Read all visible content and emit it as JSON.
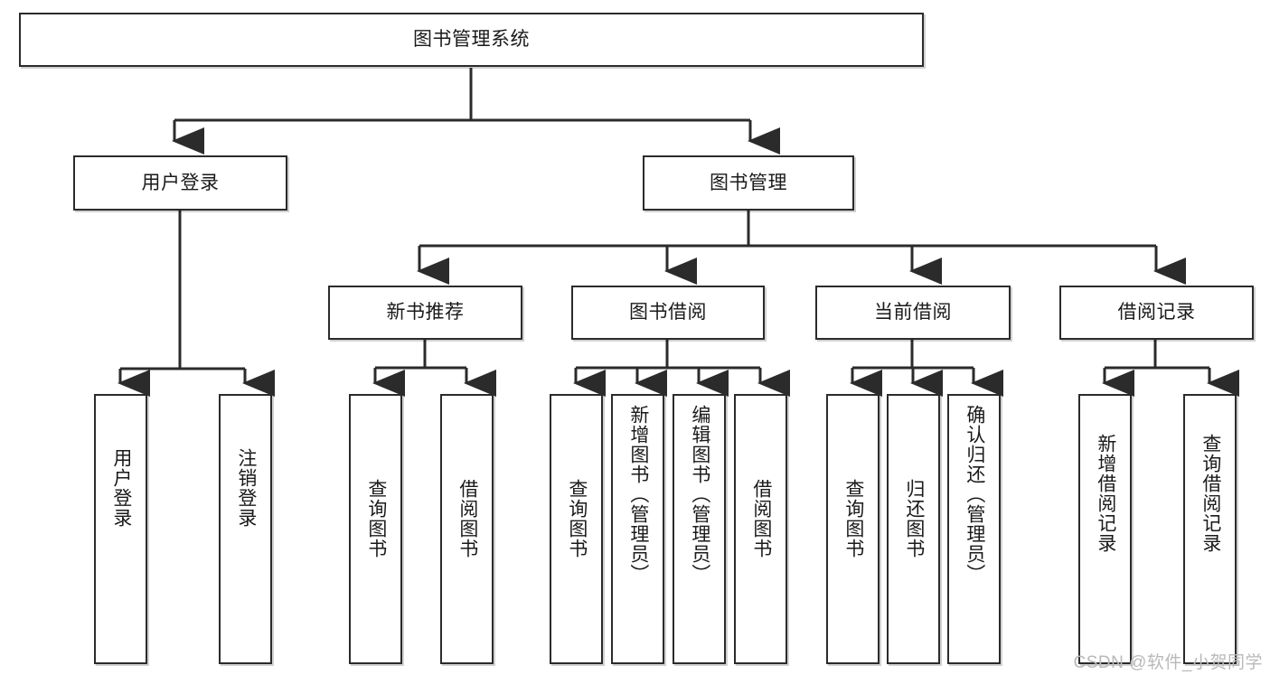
{
  "diagram": {
    "type": "tree-hierarchy",
    "title": "图书管理系统",
    "watermark": "CSDN @软件_小贺同学",
    "colors": {
      "box_border": "#2b2b2b",
      "box_fill": "#ffffff",
      "connector": "#2b2b2b",
      "watermark": "#b9b9b9"
    },
    "levels": {
      "root": {
        "label": "图书管理系统"
      },
      "level1": [
        {
          "id": "user-login",
          "label": "用户登录"
        },
        {
          "id": "book-manage",
          "label": "图书管理"
        }
      ],
      "level2": [
        {
          "id": "new-book-rec",
          "label": "新书推荐"
        },
        {
          "id": "book-borrow",
          "label": "图书借阅"
        },
        {
          "id": "current-borrow",
          "label": "当前借阅"
        },
        {
          "id": "borrow-record",
          "label": "借阅记录"
        }
      ],
      "leaves": {
        "user-login": [
          {
            "id": "leaf-user-login",
            "label": "用户登录"
          },
          {
            "id": "leaf-logout",
            "label": "注销登录"
          }
        ],
        "new-book-rec": [
          {
            "id": "leaf-query-book-1",
            "label": "查询图书"
          },
          {
            "id": "leaf-borrow-book-1",
            "label": "借阅图书"
          }
        ],
        "book-borrow": [
          {
            "id": "leaf-query-book-2",
            "label": "查询图书"
          },
          {
            "id": "leaf-add-book",
            "label": "新增图书（管理员）"
          },
          {
            "id": "leaf-edit-book",
            "label": "编辑图书（管理员）"
          },
          {
            "id": "leaf-borrow-book-2",
            "label": "借阅图书"
          }
        ],
        "current-borrow": [
          {
            "id": "leaf-query-book-3",
            "label": "查询图书"
          },
          {
            "id": "leaf-return-book",
            "label": "归还图书"
          },
          {
            "id": "leaf-confirm-return",
            "label": "确认归还（管理员）"
          }
        ],
        "borrow-record": [
          {
            "id": "leaf-add-record",
            "label": "新增借阅记录"
          },
          {
            "id": "leaf-query-record",
            "label": "查询借阅记录"
          }
        ]
      }
    }
  }
}
